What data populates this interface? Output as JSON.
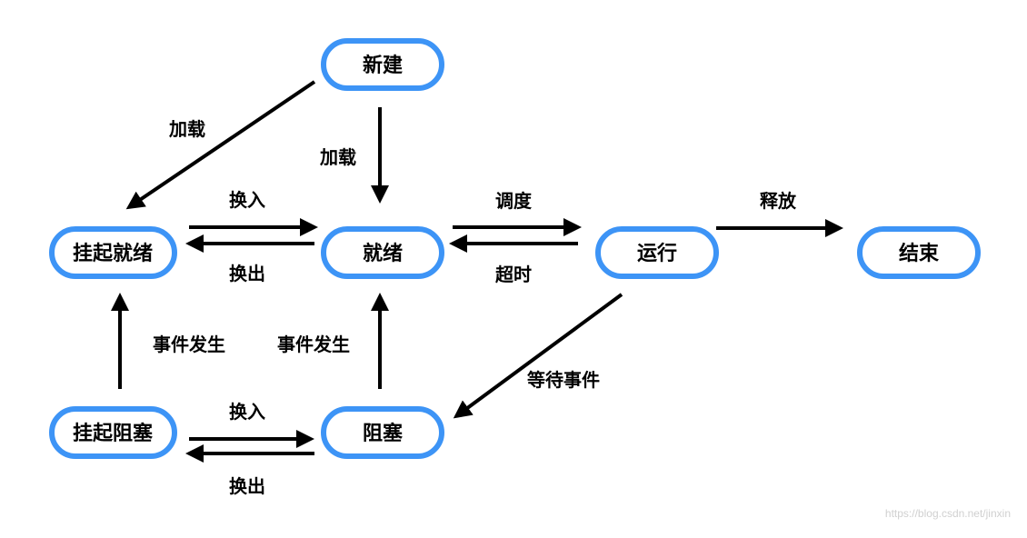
{
  "states": {
    "new": "新建",
    "ready": "就绪",
    "running": "运行",
    "terminated": "结束",
    "suspended_ready": "挂起就绪",
    "blocked": "阻塞",
    "suspended_blocked": "挂起阻塞"
  },
  "transitions": {
    "load_to_suspended": "加载",
    "load_to_ready": "加载",
    "swap_in_top": "换入",
    "swap_out_top": "换出",
    "dispatch": "调度",
    "timeout": "超时",
    "release": "释放",
    "event_occurs_left": "事件发生",
    "event_occurs_right": "事件发生",
    "wait_event": "等待事件",
    "swap_in_bottom": "换入",
    "swap_out_bottom": "换出"
  },
  "colors": {
    "node_border": "#3d94f6",
    "arrow": "#000000",
    "text": "#000000"
  },
  "watermark": "https://blog.csdn.net/jinxin"
}
